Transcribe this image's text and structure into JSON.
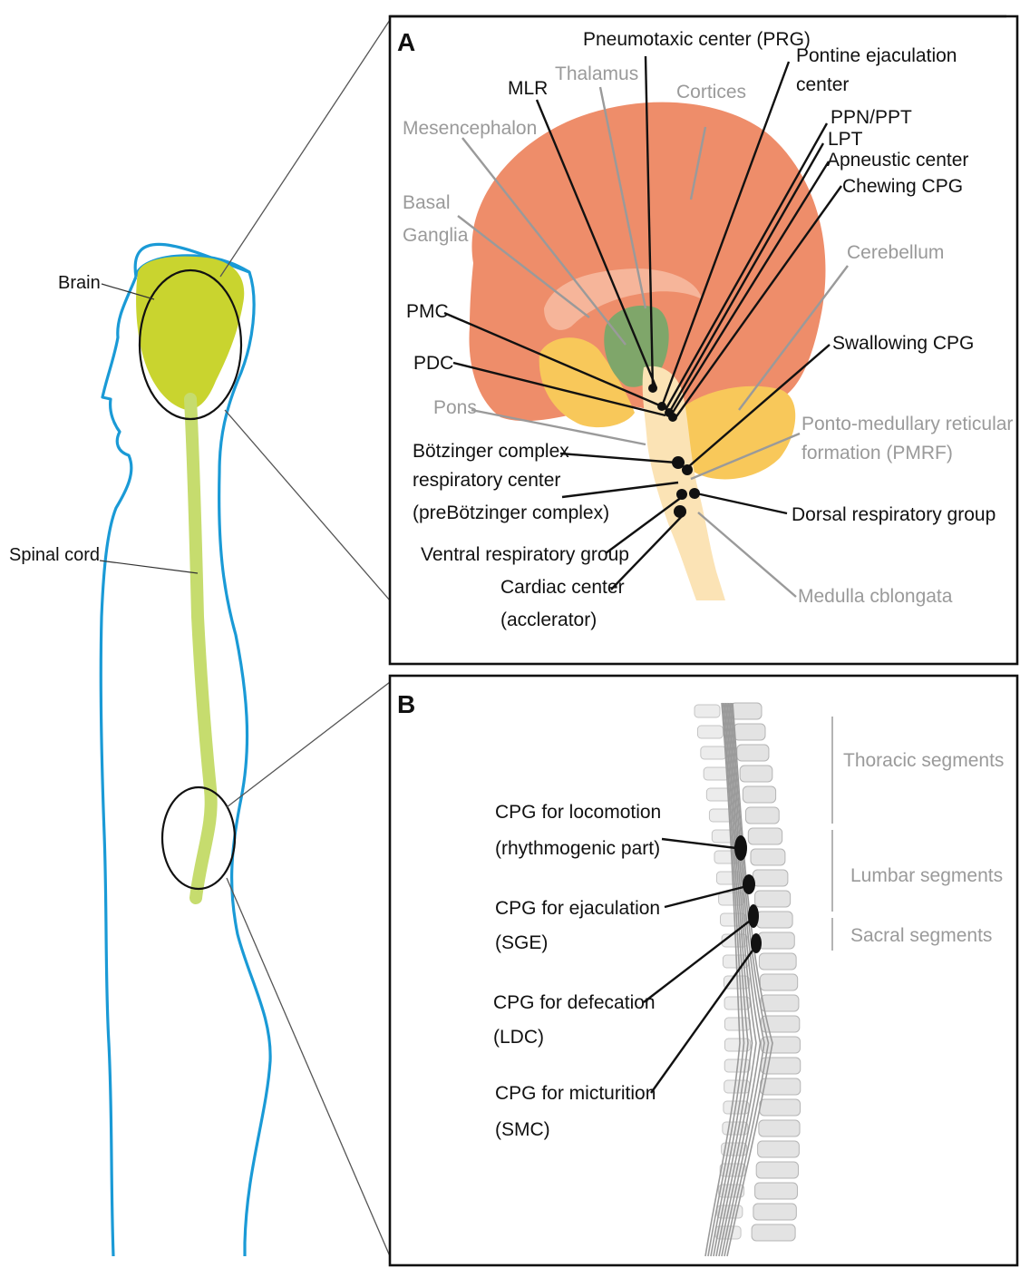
{
  "body": {
    "brain_label": "Brain",
    "spinal_cord_label": "Spinal cord",
    "colors": {
      "outline": "#1a9ad6",
      "brain": "#c9d42f",
      "cord": "#c6dc6e"
    }
  },
  "panel_a": {
    "letter": "A",
    "labels": {
      "prg": "Pneumotaxic center (PRG)",
      "pontine_ejac_1": "Pontine ejaculation",
      "pontine_ejac_2": "center",
      "ppn": "PPN/PPT",
      "lpt": "LPT",
      "apneustic": "Apneustic center",
      "chewing": "Chewing CPG",
      "mlr": "MLR",
      "thalamus": "Thalamus",
      "cortices": "Cortices",
      "mesencephalon": "Mesencephalon",
      "basal_1": "Basal",
      "basal_2": "Ganglia",
      "cerebellum": "Cerebellum",
      "pmc": "PMC",
      "pdc": "PDC",
      "swallowing": "Swallowing CPG",
      "pons": "Pons",
      "pmrf_1": "Ponto-medullary reticular",
      "pmrf_2": "formation (PMRF)",
      "botz_1": "Bötzinger complex",
      "botz_2": "respiratory center",
      "botz_3": "(preBötzinger complex)",
      "dorsal": "Dorsal respiratory group",
      "ventral": "Ventral respiratory group",
      "cardiac_1": "Cardiac center",
      "cardiac_2": "(acclerator)",
      "medulla": "Medulla cblongata"
    },
    "colors": {
      "cortex": "#ee8d6a",
      "cerebellum": "#f8c85a",
      "midbrain": "#7fa66a",
      "stem": "#fbe3b5",
      "basal": "#f6b59a"
    }
  },
  "panel_b": {
    "letter": "B",
    "labels": {
      "thoracic": "Thoracic segments",
      "lumbar": "Lumbar segments",
      "sacral": "Sacral segments",
      "loco_1": "CPG for locomotion",
      "loco_2": "(rhythmogenic part)",
      "ejac_1": "CPG for ejaculation",
      "ejac_2": "(SGE)",
      "def_1": "CPG for defecation",
      "def_2": "(LDC)",
      "mic_1": "CPG for micturition",
      "mic_2": "(SMC)"
    }
  }
}
